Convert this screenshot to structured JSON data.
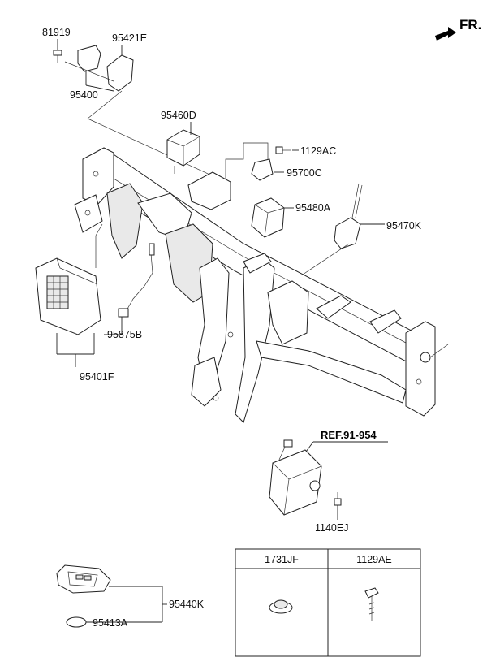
{
  "direction_label": "FR.",
  "labels": {
    "p81919": "81919",
    "p95421E": "95421E",
    "p95400": "95400",
    "p95460D": "95460D",
    "p1129AC": "1129AC",
    "p95700C": "95700C",
    "p95480A": "95480A",
    "p95470K": "95470K",
    "p95875B": "95875B",
    "p95401F": "95401F",
    "ref": "REF.91-954",
    "p1140EJ": "1140EJ",
    "p95440K": "95440K",
    "p95413A": "95413A"
  },
  "legend_table": {
    "col1": "1731JF",
    "col2": "1129AE"
  }
}
